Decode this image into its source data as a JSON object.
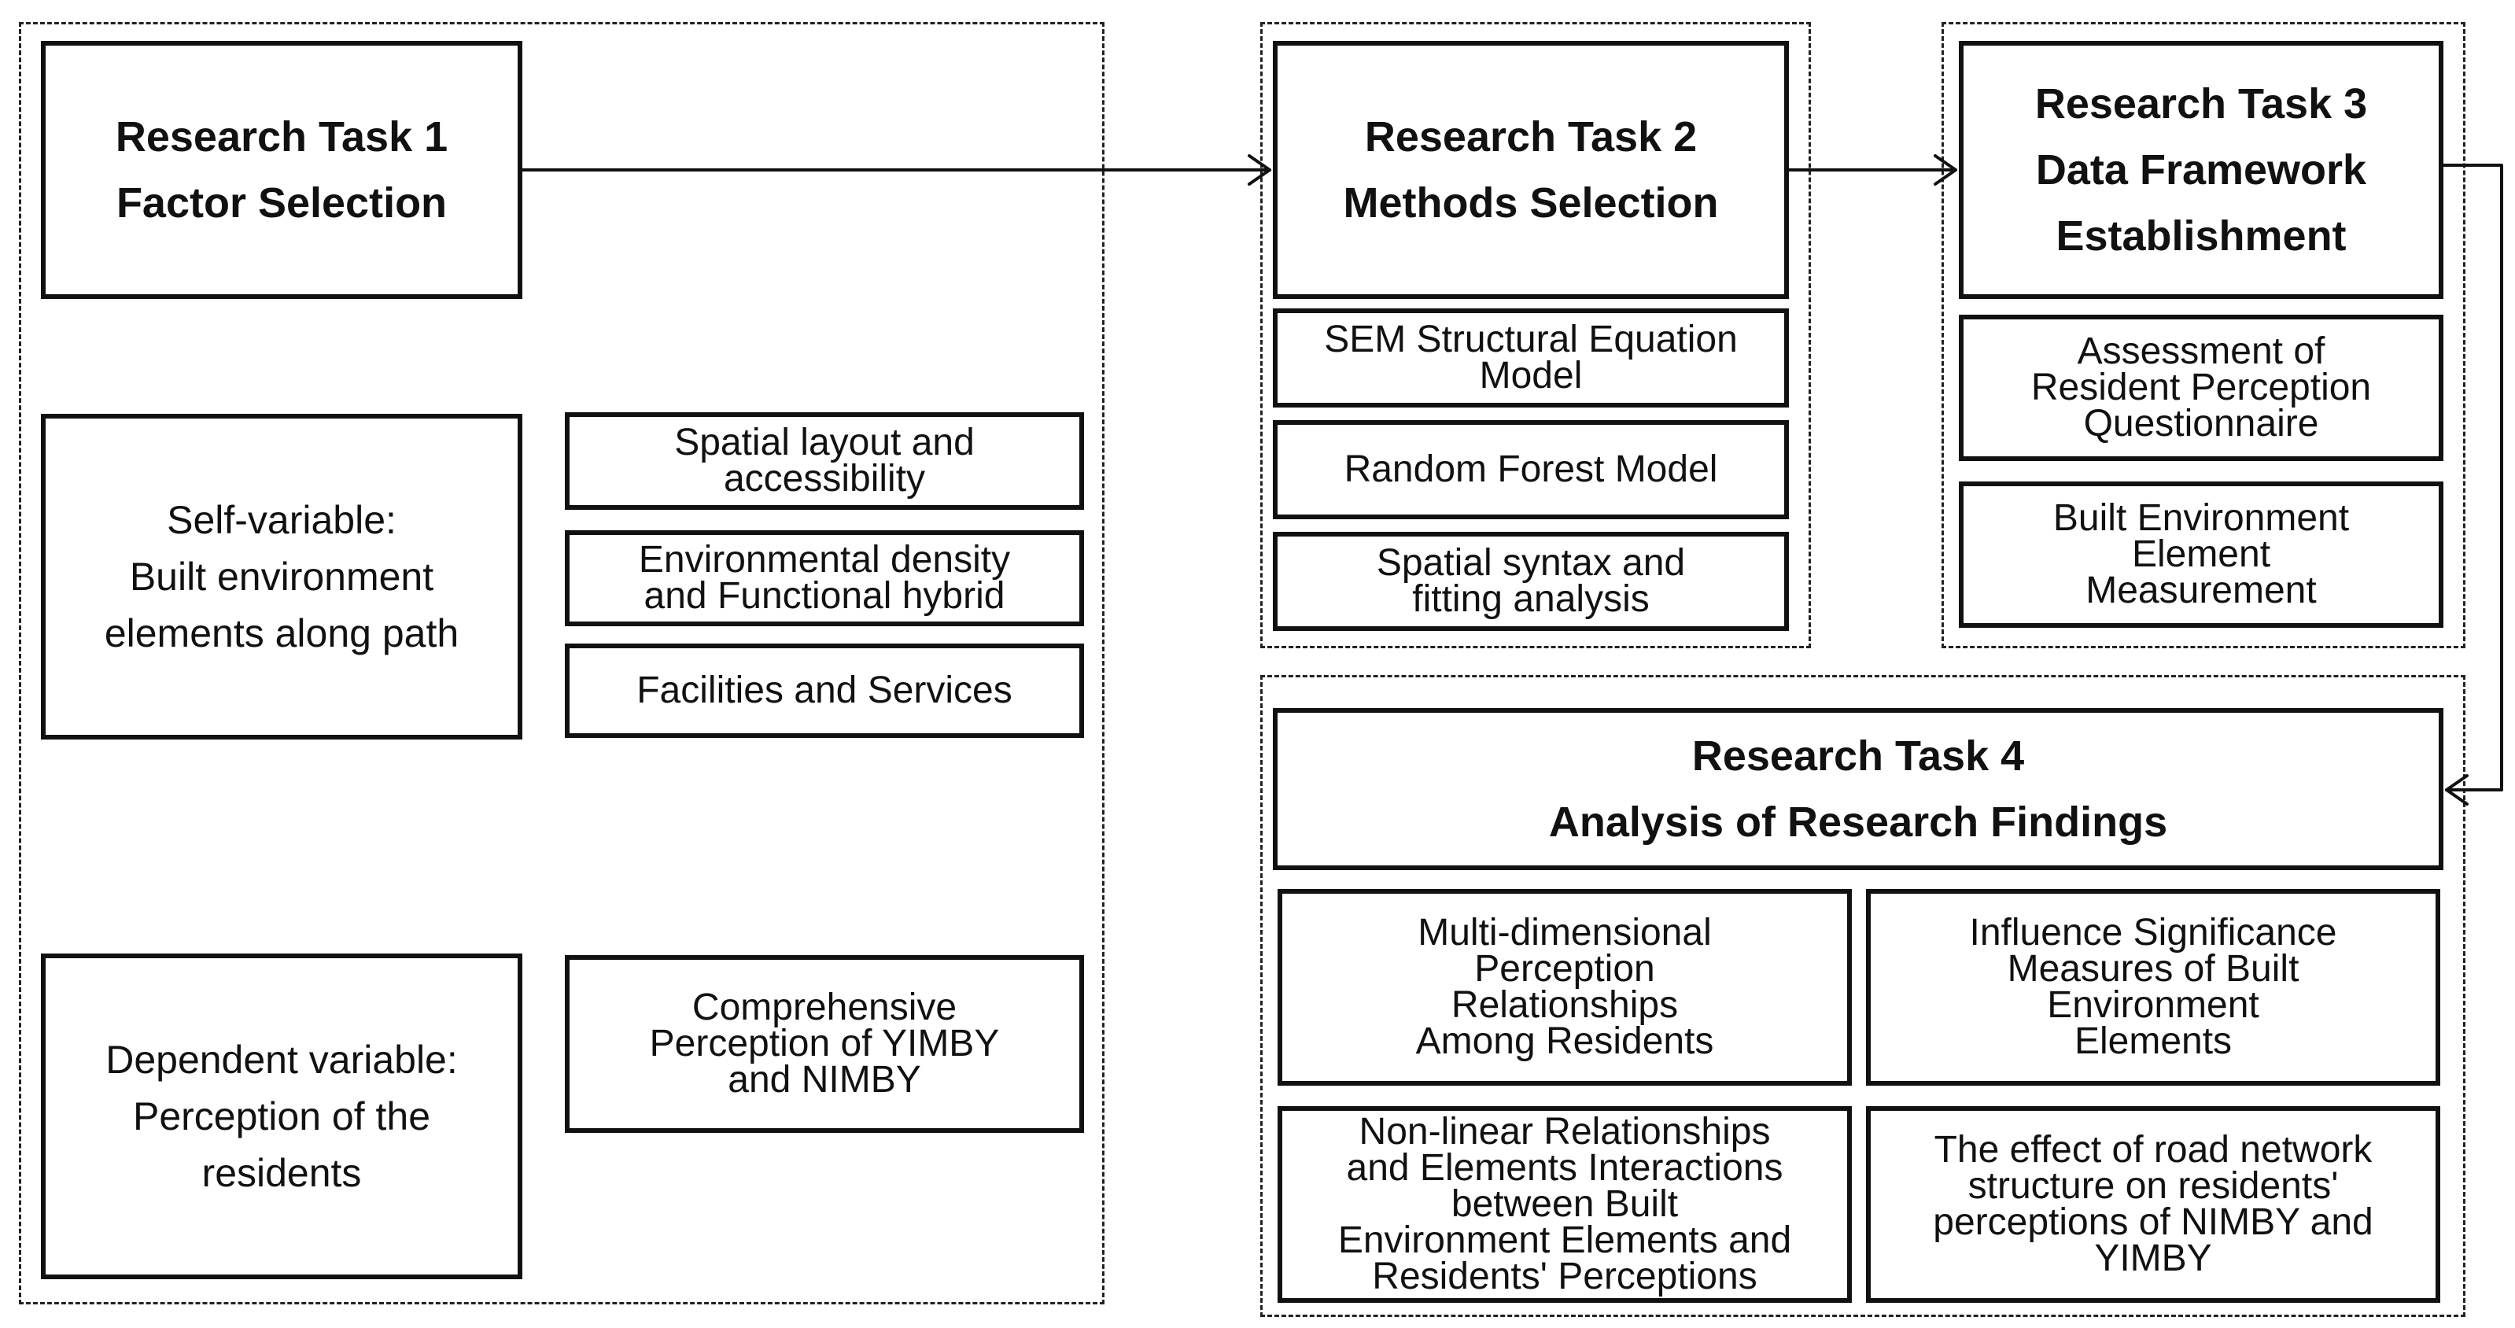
{
  "task1": {
    "title": "Research Task 1\nFactor Selection",
    "self_variable": "Self-variable:\nBuilt environment\nelements along path",
    "self_items": [
      "Spatial layout and\naccessibility",
      "Environmental density\nand Functional hybrid",
      "Facilities and Services"
    ],
    "dependent_variable": "Dependent variable:\nPerception of the\nresidents",
    "dependent_items": [
      "Comprehensive\nPerception of YIMBY\nand NIMBY"
    ]
  },
  "task2": {
    "title": "Research Task 2\nMethods Selection",
    "items": [
      "SEM Structural Equation\nModel",
      "Random Forest Model",
      "Spatial syntax and\nfitting analysis"
    ]
  },
  "task3": {
    "title": "Research Task 3\nData Framework\nEstablishment",
    "items": [
      "Assessment of\nResident Perception\nQuestionnaire",
      "Built Environment\nElement\nMeasurement"
    ]
  },
  "task4": {
    "title": "Research Task 4\nAnalysis of Research Findings",
    "items": [
      "Multi-dimensional\nPerception\nRelationships\nAmong Residents",
      "Influence Significance\nMeasures of Built\nEnvironment\nElements",
      "Non-linear Relationships\nand Elements Interactions\nbetween Built\nEnvironment Elements and\nResidents' Perceptions",
      "The effect of road network\nstructure on residents'\nperceptions of NIMBY and\nYIMBY"
    ]
  }
}
